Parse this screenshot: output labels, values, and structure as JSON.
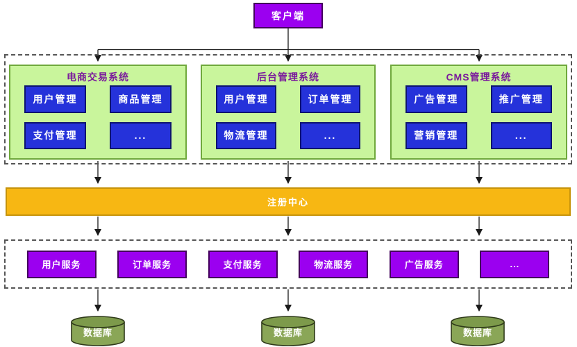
{
  "client": {
    "label": "客户端"
  },
  "systems": [
    {
      "title": "电商交易系统",
      "modules": [
        "用户管理",
        "商品管理",
        "支付管理",
        "..."
      ]
    },
    {
      "title": "后台管理系统",
      "modules": [
        "用户管理",
        "订单管理",
        "物流管理",
        "..."
      ]
    },
    {
      "title": "CMS管理系统",
      "modules": [
        "广告管理",
        "推广管理",
        "营销管理",
        "..."
      ]
    }
  ],
  "registry": {
    "label": "注册中心"
  },
  "services": [
    "用户服务",
    "订单服务",
    "支付服务",
    "物流服务",
    "广告服务",
    "..."
  ],
  "databases": [
    "数据库",
    "数据库",
    "数据库"
  ],
  "colors": {
    "client_fill": "#9b00f0",
    "panel_fill": "#c9f59c",
    "panel_border": "#6fa83c",
    "panel_title_text": "#7a1a9c",
    "module_fill": "#2532da",
    "module_border": "#0d1470",
    "registry_fill": "#f7b713",
    "registry_border": "#c6930a",
    "service_fill": "#9b00f0",
    "database_fill": "#8aa657",
    "database_top_fill": "#7d9a4b",
    "arrow_color": "#1a1a1a"
  }
}
